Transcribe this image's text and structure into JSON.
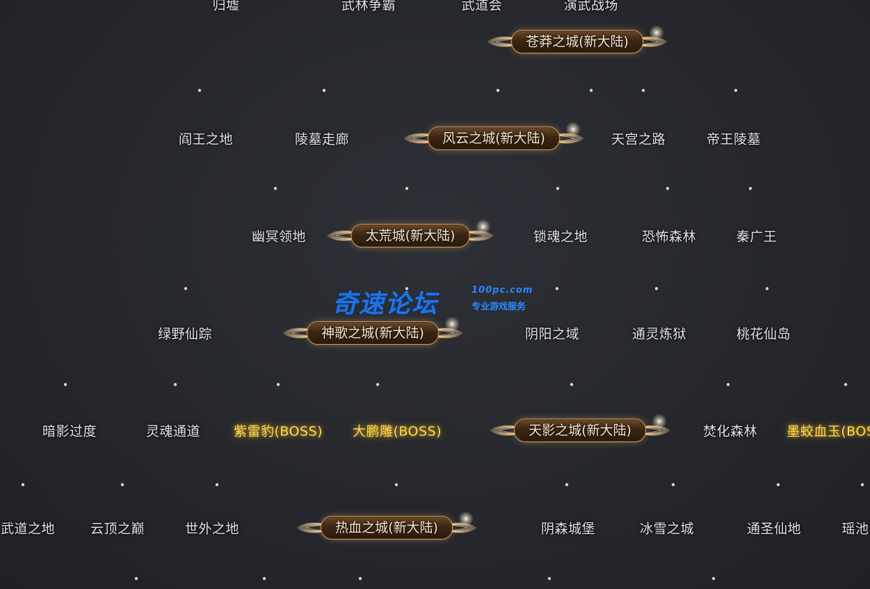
{
  "watermarks": [],
  "logo": {
    "name": "奇速论坛",
    "domain": "100pc.com",
    "slogan": "专业游戏服务"
  },
  "colors": {
    "line": "#c89a5c",
    "text": "#e2e2e2",
    "boss": "#ffd84a",
    "logo": "#1e73e8"
  },
  "nodes": [
    {
      "id": "t1",
      "label": "归墟",
      "kind": "plain"
    },
    {
      "id": "t2",
      "label": "武林争霸",
      "kind": "plain"
    },
    {
      "id": "t3",
      "label": "武道会",
      "kind": "plain"
    },
    {
      "id": "t4",
      "label": "演武战场",
      "kind": "plain"
    },
    {
      "id": "c1",
      "label": "苍莽之城(新大陆)",
      "kind": "city"
    },
    {
      "id": "a1",
      "label": "阎王之地",
      "kind": "plain"
    },
    {
      "id": "a2",
      "label": "陵墓走廊",
      "kind": "plain"
    },
    {
      "id": "c2",
      "label": "风云之城(新大陆)",
      "kind": "city"
    },
    {
      "id": "a3",
      "label": "天宫之路",
      "kind": "plain"
    },
    {
      "id": "a4",
      "label": "帝王陵墓",
      "kind": "plain"
    },
    {
      "id": "b1",
      "label": "幽冥领地",
      "kind": "plain"
    },
    {
      "id": "c3",
      "label": "太荒城(新大陆)",
      "kind": "city"
    },
    {
      "id": "b2",
      "label": "锁魂之地",
      "kind": "plain"
    },
    {
      "id": "b3",
      "label": "恐怖森林",
      "kind": "plain"
    },
    {
      "id": "b4",
      "label": "秦广王",
      "kind": "plain"
    },
    {
      "id": "d1",
      "label": "绿野仙踪",
      "kind": "plain"
    },
    {
      "id": "c4",
      "label": "神歌之城(新大陆)",
      "kind": "city"
    },
    {
      "id": "d2",
      "label": "阴阳之域",
      "kind": "plain"
    },
    {
      "id": "d3",
      "label": "通灵炼狱",
      "kind": "plain"
    },
    {
      "id": "d4",
      "label": "桃花仙岛",
      "kind": "plain"
    },
    {
      "id": "e1",
      "label": "暗影过度",
      "kind": "plain"
    },
    {
      "id": "e2",
      "label": "灵魂通道",
      "kind": "plain"
    },
    {
      "id": "e3",
      "label": "紫雷豹(BOSS)",
      "kind": "boss"
    },
    {
      "id": "e4",
      "label": "大鹏雕(BOSS)",
      "kind": "boss"
    },
    {
      "id": "c5",
      "label": "天影之城(新大陆)",
      "kind": "city"
    },
    {
      "id": "e5",
      "label": "焚化森林",
      "kind": "plain"
    },
    {
      "id": "e6",
      "label": "墨蛟血玉(BOSS)",
      "kind": "boss"
    },
    {
      "id": "f1",
      "label": "武道之地",
      "kind": "plain"
    },
    {
      "id": "f2",
      "label": "云顶之巅",
      "kind": "plain"
    },
    {
      "id": "f3",
      "label": "世外之地",
      "kind": "plain"
    },
    {
      "id": "c6",
      "label": "热血之城(新大陆)",
      "kind": "city"
    },
    {
      "id": "f4",
      "label": "阴森城堡",
      "kind": "plain"
    },
    {
      "id": "f5",
      "label": "冰雪之城",
      "kind": "plain"
    },
    {
      "id": "f6",
      "label": "通圣仙地",
      "kind": "plain"
    },
    {
      "id": "f7",
      "label": "瑶池",
      "kind": "plain"
    }
  ]
}
